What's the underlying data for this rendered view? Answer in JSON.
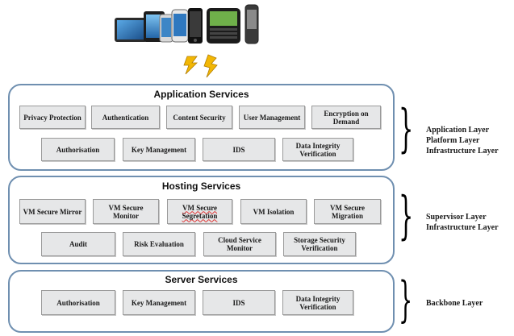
{
  "panels": {
    "application": {
      "title": "Application Services",
      "services": [
        "Privacy Protection",
        "Authentication",
        "Content Security",
        "User Management",
        "Encryption on Demand",
        "Authorisation",
        "Key Management",
        "IDS",
        "Data Integrity Verification"
      ],
      "layers": [
        "Application Layer",
        "Platform Layer",
        "Infrastructure Layer"
      ]
    },
    "hosting": {
      "title": "Hosting Services",
      "services": [
        "VM Secure Mirror",
        "VM Secure Monitor",
        "VM Secure Segretation",
        "VM Isolation",
        "VM Secure Migration",
        "Audit",
        "Risk Evaluation",
        "Cloud Service Monitor",
        "Storage Security Verification"
      ],
      "layers": [
        "Supervisor Layer",
        "Infrastructure Layer"
      ]
    },
    "server": {
      "title": "Server Services",
      "services": [
        "Authorisation",
        "Key Management",
        "IDS",
        "Data Integrity Verification"
      ],
      "layers": [
        "Backbone Layer"
      ]
    }
  },
  "colors": {
    "panel_border": "#6f8fb0",
    "box_fill": "#e6e7e8",
    "lightning": "#f2b705"
  },
  "icons": [
    "mobile-devices-icon",
    "lightning-bolt-icon"
  ]
}
